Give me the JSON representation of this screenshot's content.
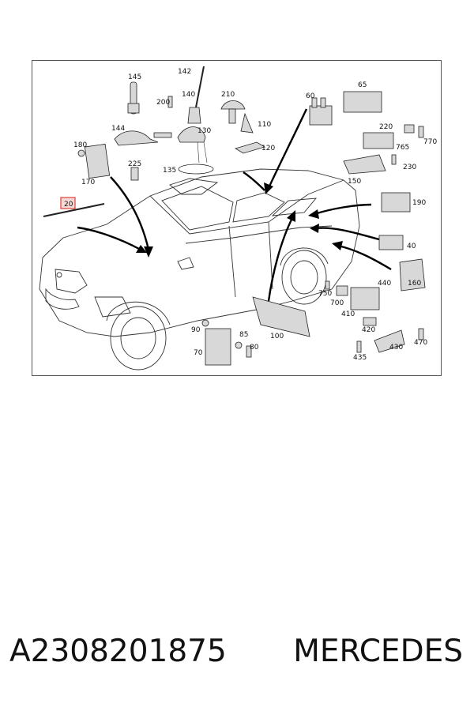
{
  "diagram": {
    "highlight_label": "20",
    "highlight_color": "#e0403a",
    "labels": {
      "l145": "145",
      "l142": "142",
      "l140": "140",
      "l200": "200",
      "l210": "210",
      "l60": "60",
      "l65": "65",
      "l144": "144",
      "l130": "130",
      "l110": "110",
      "l120": "120",
      "l180": "180",
      "l225": "225",
      "l170": "170",
      "l135": "135",
      "l220": "220",
      "l765": "765",
      "l770": "770",
      "l230": "230",
      "l150": "150",
      "l190": "190",
      "l40": "40",
      "l160": "160",
      "l440": "440",
      "l750": "750",
      "l700": "700",
      "l410": "410",
      "l420": "420",
      "l90": "90",
      "l85": "85",
      "l80": "80",
      "l70": "70",
      "l100": "100",
      "l435": "435",
      "l430": "430",
      "l470": "470"
    }
  },
  "footer": {
    "part_number": "A2308201875",
    "brand": "MERCEDES"
  }
}
